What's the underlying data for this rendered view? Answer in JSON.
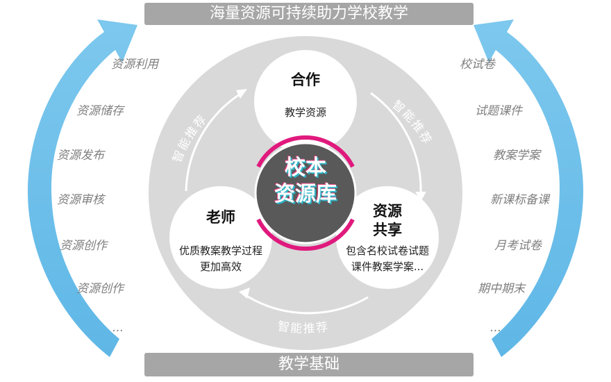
{
  "top_banner": "海量资源可持续助力学校教学",
  "bottom_banner": "教学基础",
  "left_items": [
    "资源利用",
    "资源储存",
    "资源发布",
    "资源审核",
    "资源创作",
    "资源创作",
    "..."
  ],
  "right_items": [
    "校试卷",
    "试题课件",
    "教案学案",
    "新课标备课",
    "月考试卷",
    "期中期末",
    "..."
  ],
  "center": {
    "line1": "校本",
    "line2": "资源库"
  },
  "nodes": {
    "top": {
      "title": "合作",
      "sub": "教学资源"
    },
    "left": {
      "title": "老师",
      "sub1": "优质教案教学过程",
      "sub2": "更加高效"
    },
    "right": {
      "title1": "资源",
      "title2": "共享",
      "sub1": "包含名校试卷试题",
      "sub2": "课件教案学案..."
    }
  },
  "arc_labels": {
    "left": "智能推荐",
    "right": "智能推荐",
    "bottom": "智能推荐"
  },
  "colors": {
    "side_arrow": "#6fc1ea",
    "ring": "#d9d9d9",
    "center": "#595959",
    "accent": "#e0197d",
    "banner": "#a6a6a6"
  }
}
